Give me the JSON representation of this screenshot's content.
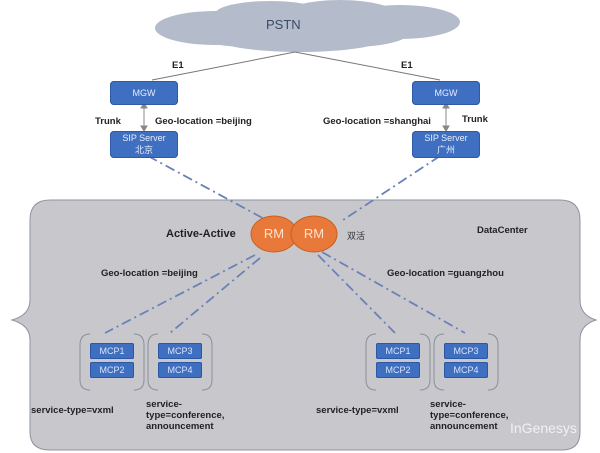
{
  "cloud": {
    "label": "PSTN"
  },
  "links": {
    "left_e1": "E1",
    "right_e1": "E1",
    "left_trunk": "Trunk",
    "right_trunk": "Trunk"
  },
  "sites": {
    "left": {
      "mgw": "MGW",
      "sip_line1": "SIP Server",
      "sip_line2": "北京",
      "geo": "Geo-location =beijing"
    },
    "right": {
      "mgw": "MGW",
      "sip_line1": "SIP Server",
      "sip_line2": "广州",
      "geo": "Geo-location =shanghai"
    }
  },
  "datacenter": {
    "label": "DataCenter",
    "mode": "Active-Active",
    "rm_left": "RM",
    "rm_right": "RM",
    "mode_cn": "双活",
    "left_geo": "Geo-location =beijing",
    "right_geo": "Geo-location =guangzhou",
    "left_groups": [
      {
        "mcps": [
          "MCP1",
          "MCP2"
        ],
        "service": "service-type=vxml"
      },
      {
        "mcps": [
          "MCP3",
          "MCP4"
        ],
        "service_lines": [
          "service-",
          "type=conference,",
          "announcement"
        ]
      }
    ],
    "right_groups": [
      {
        "mcps": [
          "MCP1",
          "MCP2"
        ],
        "service": "service-type=vxml"
      },
      {
        "mcps": [
          "MCP3",
          "MCP4"
        ],
        "service_lines": [
          "service-",
          "type=conference,",
          "announcement"
        ]
      }
    ]
  },
  "watermark": {
    "text": "InGenesys"
  }
}
